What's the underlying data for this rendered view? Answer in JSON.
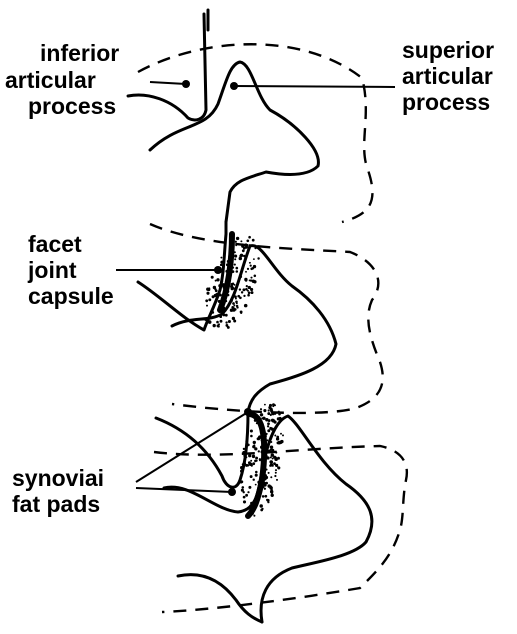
{
  "labels": {
    "inferior_articular_process": [
      "inferior",
      "articular",
      "process"
    ],
    "superior_articular_process": [
      "superior",
      "articular",
      "process"
    ],
    "facet_joint_capsule": [
      "facet",
      "joint",
      "capsule"
    ],
    "synovial_fat_pads": [
      "synoviai",
      "fat pads"
    ]
  },
  "colors": {
    "line": "#000000",
    "background": "#ffffff"
  }
}
